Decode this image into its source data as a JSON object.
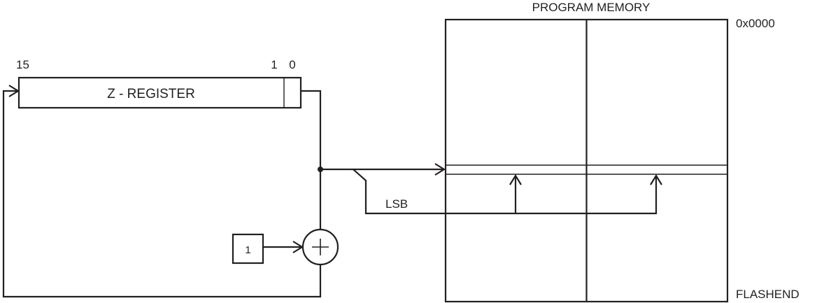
{
  "labels": {
    "program_memory": "PROGRAM MEMORY",
    "addr_top": "0x0000",
    "addr_bottom": "FLASHEND",
    "bit_15": "15",
    "bit_1": "1",
    "bit_0": "0",
    "z_register": "Z - REGISTER",
    "lsb": "LSB",
    "constant_one": "1"
  },
  "colors": {
    "line": "#231f20",
    "background": "#ffffff"
  }
}
